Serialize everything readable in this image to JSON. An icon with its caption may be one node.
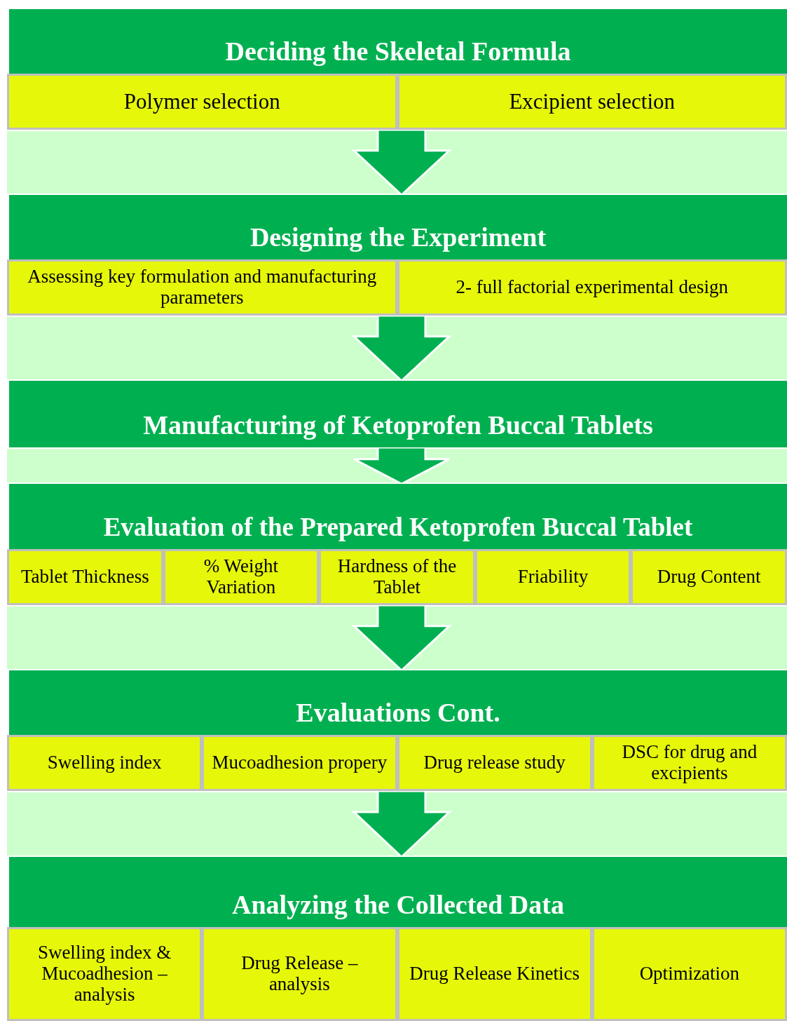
{
  "diagram": {
    "nodes": [
      {
        "text": [
          "Deciding the Skeletal Formula"
        ]
      },
      {
        "text": [
          "Polymer selection"
        ],
        "in": 0
      },
      {
        "text": [
          "Excipient selection"
        ],
        "in": 0
      },
      {
        "text": [
          "Designing the Experiment"
        ]
      },
      {
        "text": [
          "Assessing key formulation and manufacturing parameters"
        ],
        "in": 3
      },
      {
        "text": [
          "2- full factorial experimental design"
        ],
        "in": 3
      },
      {
        "text": [
          "Manufacturing of Ketoprofen Buccal Tablets"
        ]
      },
      {
        "text": [
          "Evaluation of the Prepared Ketoprofen Buccal Tablet"
        ]
      },
      {
        "text": [
          "Tablet Thickness"
        ],
        "in": 7
      },
      {
        "text": [
          "% Weight Variation"
        ],
        "in": 7
      },
      {
        "text": [
          "Hardness of the Tablet"
        ],
        "in": 7
      },
      {
        "text": [
          "Friability"
        ],
        "in": 7
      },
      {
        "text": [
          "Drug Content"
        ],
        "in": 7
      },
      {
        "text": [
          "Evaluations Cont."
        ]
      },
      {
        "text": [
          "Swelling index"
        ],
        "in": 13
      },
      {
        "text": [
          "Mucoadhesion propery"
        ],
        "in": 13
      },
      {
        "text": [
          "Drug release study"
        ],
        "in": 13
      },
      {
        "text": [
          "DSC for drug and excipients"
        ],
        "in": 13
      },
      {
        "text": [
          "Analyzing the Collected Data"
        ]
      },
      {
        "text": [
          "Swelling index & Mucoadhesion – analysis"
        ],
        "in": 18
      },
      {
        "text": [
          "Drug Release – analysis"
        ],
        "in": 18
      },
      {
        "text": [
          "Drug Release Kinetics"
        ],
        "in": 18
      },
      {
        "text": [
          "Optimization"
        ],
        "in": 18
      }
    ],
    "edges": [
      {
        "from": 0,
        "to": 3,
        "arrow": "to"
      },
      {
        "from": 3,
        "to": 6,
        "arrow": "to"
      },
      {
        "from": 6,
        "to": 7,
        "arrow": "to"
      },
      {
        "from": 7,
        "to": 13,
        "arrow": "to"
      },
      {
        "from": 13,
        "to": 18,
        "arrow": "to"
      }
    ]
  }
}
